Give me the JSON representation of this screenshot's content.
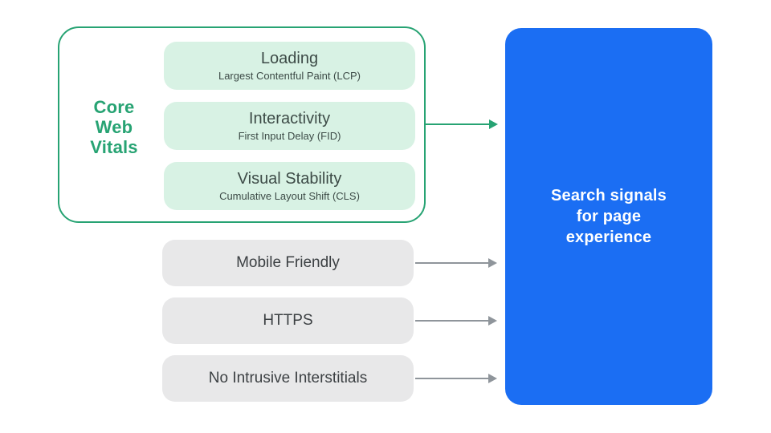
{
  "theme": {
    "background": "#ffffff",
    "green_accent": "#27a373",
    "green_pill_bg": "#d8f2e4",
    "pill_text": "#3d4b47",
    "gray_pill_bg": "#e8e8e9",
    "gray_text": "#3c4043",
    "gray_arrow": "#8f959b",
    "blue_box_bg": "#1b6ef3",
    "blue_box_text": "#ffffff"
  },
  "core_web_vitals": {
    "label": "Core Web Vitals",
    "label_lines": [
      "Core",
      "Web",
      "Vitals"
    ],
    "items": [
      {
        "title": "Loading",
        "subtitle": "Largest Contentful Paint (LCP)"
      },
      {
        "title": "Interactivity",
        "subtitle": "First Input Delay (FID)"
      },
      {
        "title": "Visual Stability",
        "subtitle": "Cumulative Layout Shift (CLS)"
      }
    ]
  },
  "other_signals": [
    {
      "label": "Mobile Friendly"
    },
    {
      "label": "HTTPS"
    },
    {
      "label": "No Intrusive Interstitials"
    }
  ],
  "result_box": {
    "label": "Search signals for page experience",
    "label_lines": [
      "Search signals",
      "for page",
      "experience"
    ]
  }
}
